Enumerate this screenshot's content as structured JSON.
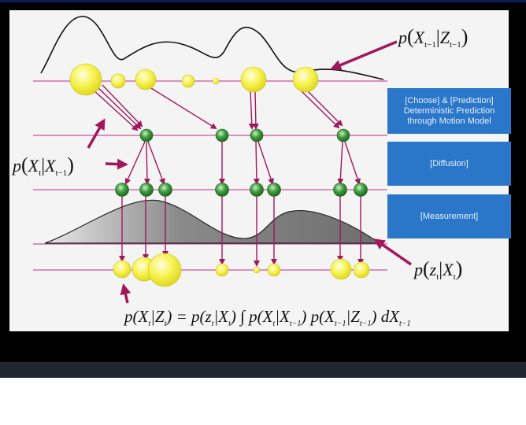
{
  "steps": {
    "prediction_line1": "[Choose] & [Prediction]",
    "prediction_line2": "Deterministic Prediction",
    "prediction_line3": "through Motion Model",
    "diffusion": "[Diffusion]",
    "measurement": "[Measurement]"
  },
  "labels": {
    "prior_p": "p",
    "prior_X": "X",
    "prior_X_sub": "t−1",
    "prior_Z": "Z",
    "prior_Z_sub": "t−1",
    "motion_p": "p",
    "motion_X": "X",
    "motion_X_sub": "t",
    "motion_X2": "X",
    "motion_X2_sub": "t−1",
    "likelihood_p": "p",
    "likelihood_z": "z",
    "likelihood_z_sub": "t",
    "likelihood_X": "X",
    "likelihood_X_sub": "t"
  },
  "equation": {
    "lhs": "p(X",
    "lhs_sub1": "t",
    "lhs_mid": "|Z",
    "lhs_sub2": "t",
    "lhs_end": ") = p(z",
    "t1_sub": "t",
    "t1_mid": "|X",
    "t1_sub2": "t",
    "t1_end": ") ∫ p(X",
    "t2_sub": "t",
    "t2_mid": "|X",
    "t2_sub2": "t−1",
    "t2_end": ") p(X",
    "t3_sub": "t−1",
    "t3_mid": "|Z",
    "t3_sub2": "t−1",
    "t3_end": ") dX",
    "t4_sub": "t−1"
  },
  "colors": {
    "frame": "#000000",
    "slide": "#f4f4f4",
    "step_box": "#2a76c9",
    "line": "#c9559a",
    "arrow": "#a0185c",
    "particle_yellow": "#f5f04a",
    "particle_green": "#3a9a3a",
    "density_fill": "#9a9a9a"
  }
}
